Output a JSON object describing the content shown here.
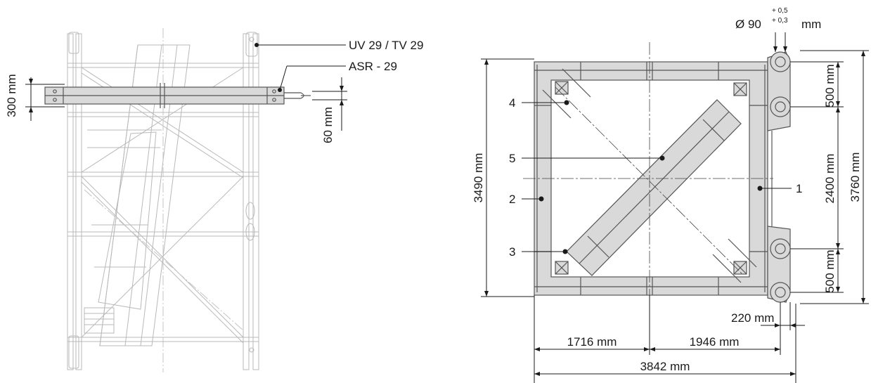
{
  "left_view": {
    "label_uv": "UV 29 / TV 29",
    "label_asr": "ASR - 29",
    "dim_300": "300 mm",
    "dim_60": "60 mm"
  },
  "right_view": {
    "diameter_label": "Ø 90",
    "tolerance_upper": "+ 0,5",
    "tolerance_lower": "+ 0,3",
    "diameter_unit": "mm",
    "dim_500_top": "500 mm",
    "dim_2400": "2400 mm",
    "dim_500_bottom": "500 mm",
    "dim_3760": "3760 mm",
    "dim_3490": "3490 mm",
    "dim_220": "220 mm",
    "dim_1716": "1716 mm",
    "dim_1946": "1946 mm",
    "dim_3842": "3842 mm",
    "callouts": [
      "1",
      "2",
      "3",
      "4",
      "5"
    ]
  }
}
